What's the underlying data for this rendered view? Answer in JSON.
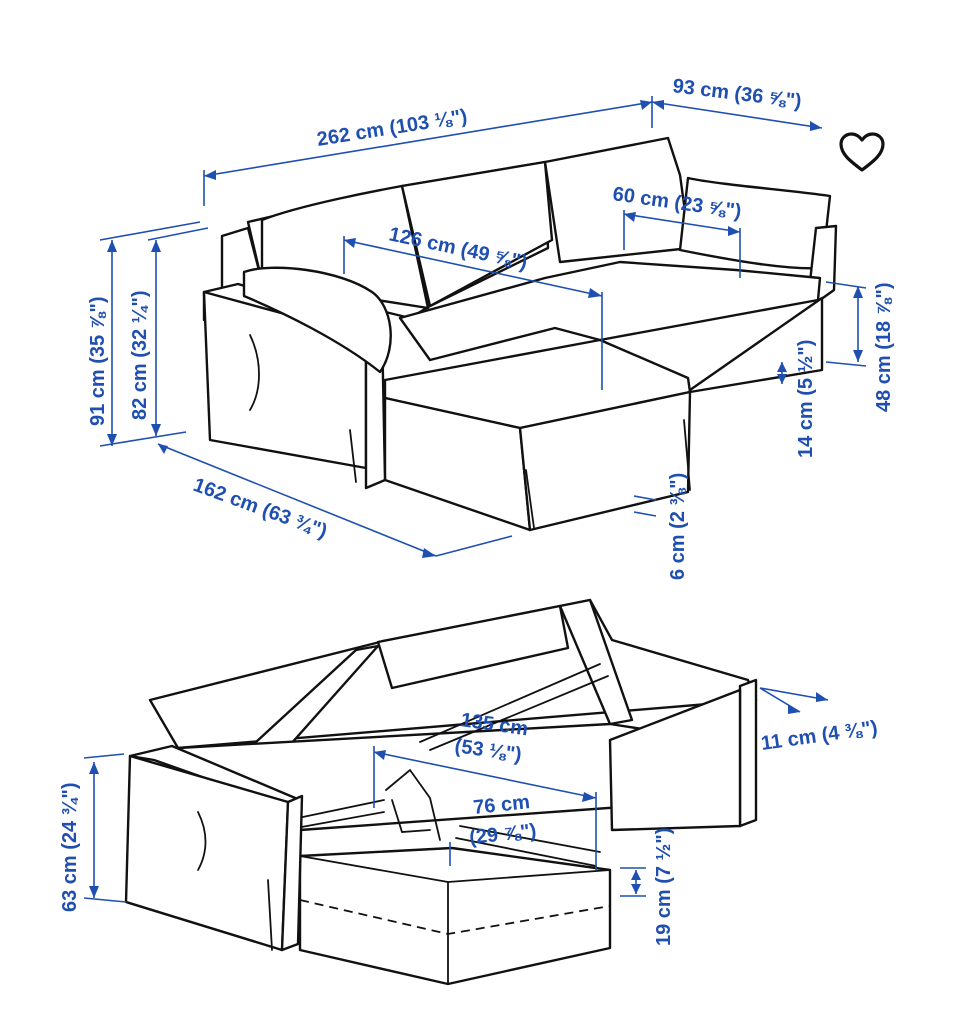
{
  "favorite": {
    "icon": "heart-outline-icon"
  },
  "colors": {
    "dimension": "#1f4fb0",
    "outline": "#111111",
    "background": "#ffffff"
  },
  "top_view": {
    "total_width": "262 cm (103 ⅛\")",
    "chaise_width": "93 cm (36 ⅝\")",
    "seat_width": "126 cm (49 ⅝\")",
    "seat_depth": "60 cm (23 ⅝\")",
    "total_height": "91 cm (35 ⅞\")",
    "back_height": "82 cm (32 ¼\")",
    "seat_height": "48 cm (18 ⅞\")",
    "free_height_under": "14 cm (5 ½\")",
    "total_depth": "162 cm (63 ¾\")",
    "leg_height": "6 cm (2 ⅜\")"
  },
  "bed_view": {
    "storage_height": "63 cm (24 ¾\")",
    "bed_length_line1": "135 cm",
    "bed_length_line2": "(53 ⅛\")",
    "bed_width_line1": "76 cm",
    "bed_width_line2": "(29 ⅞\")",
    "armrest_width": "11 cm (4 ⅜\")",
    "bed_height": "19 cm (7 ½\")"
  }
}
